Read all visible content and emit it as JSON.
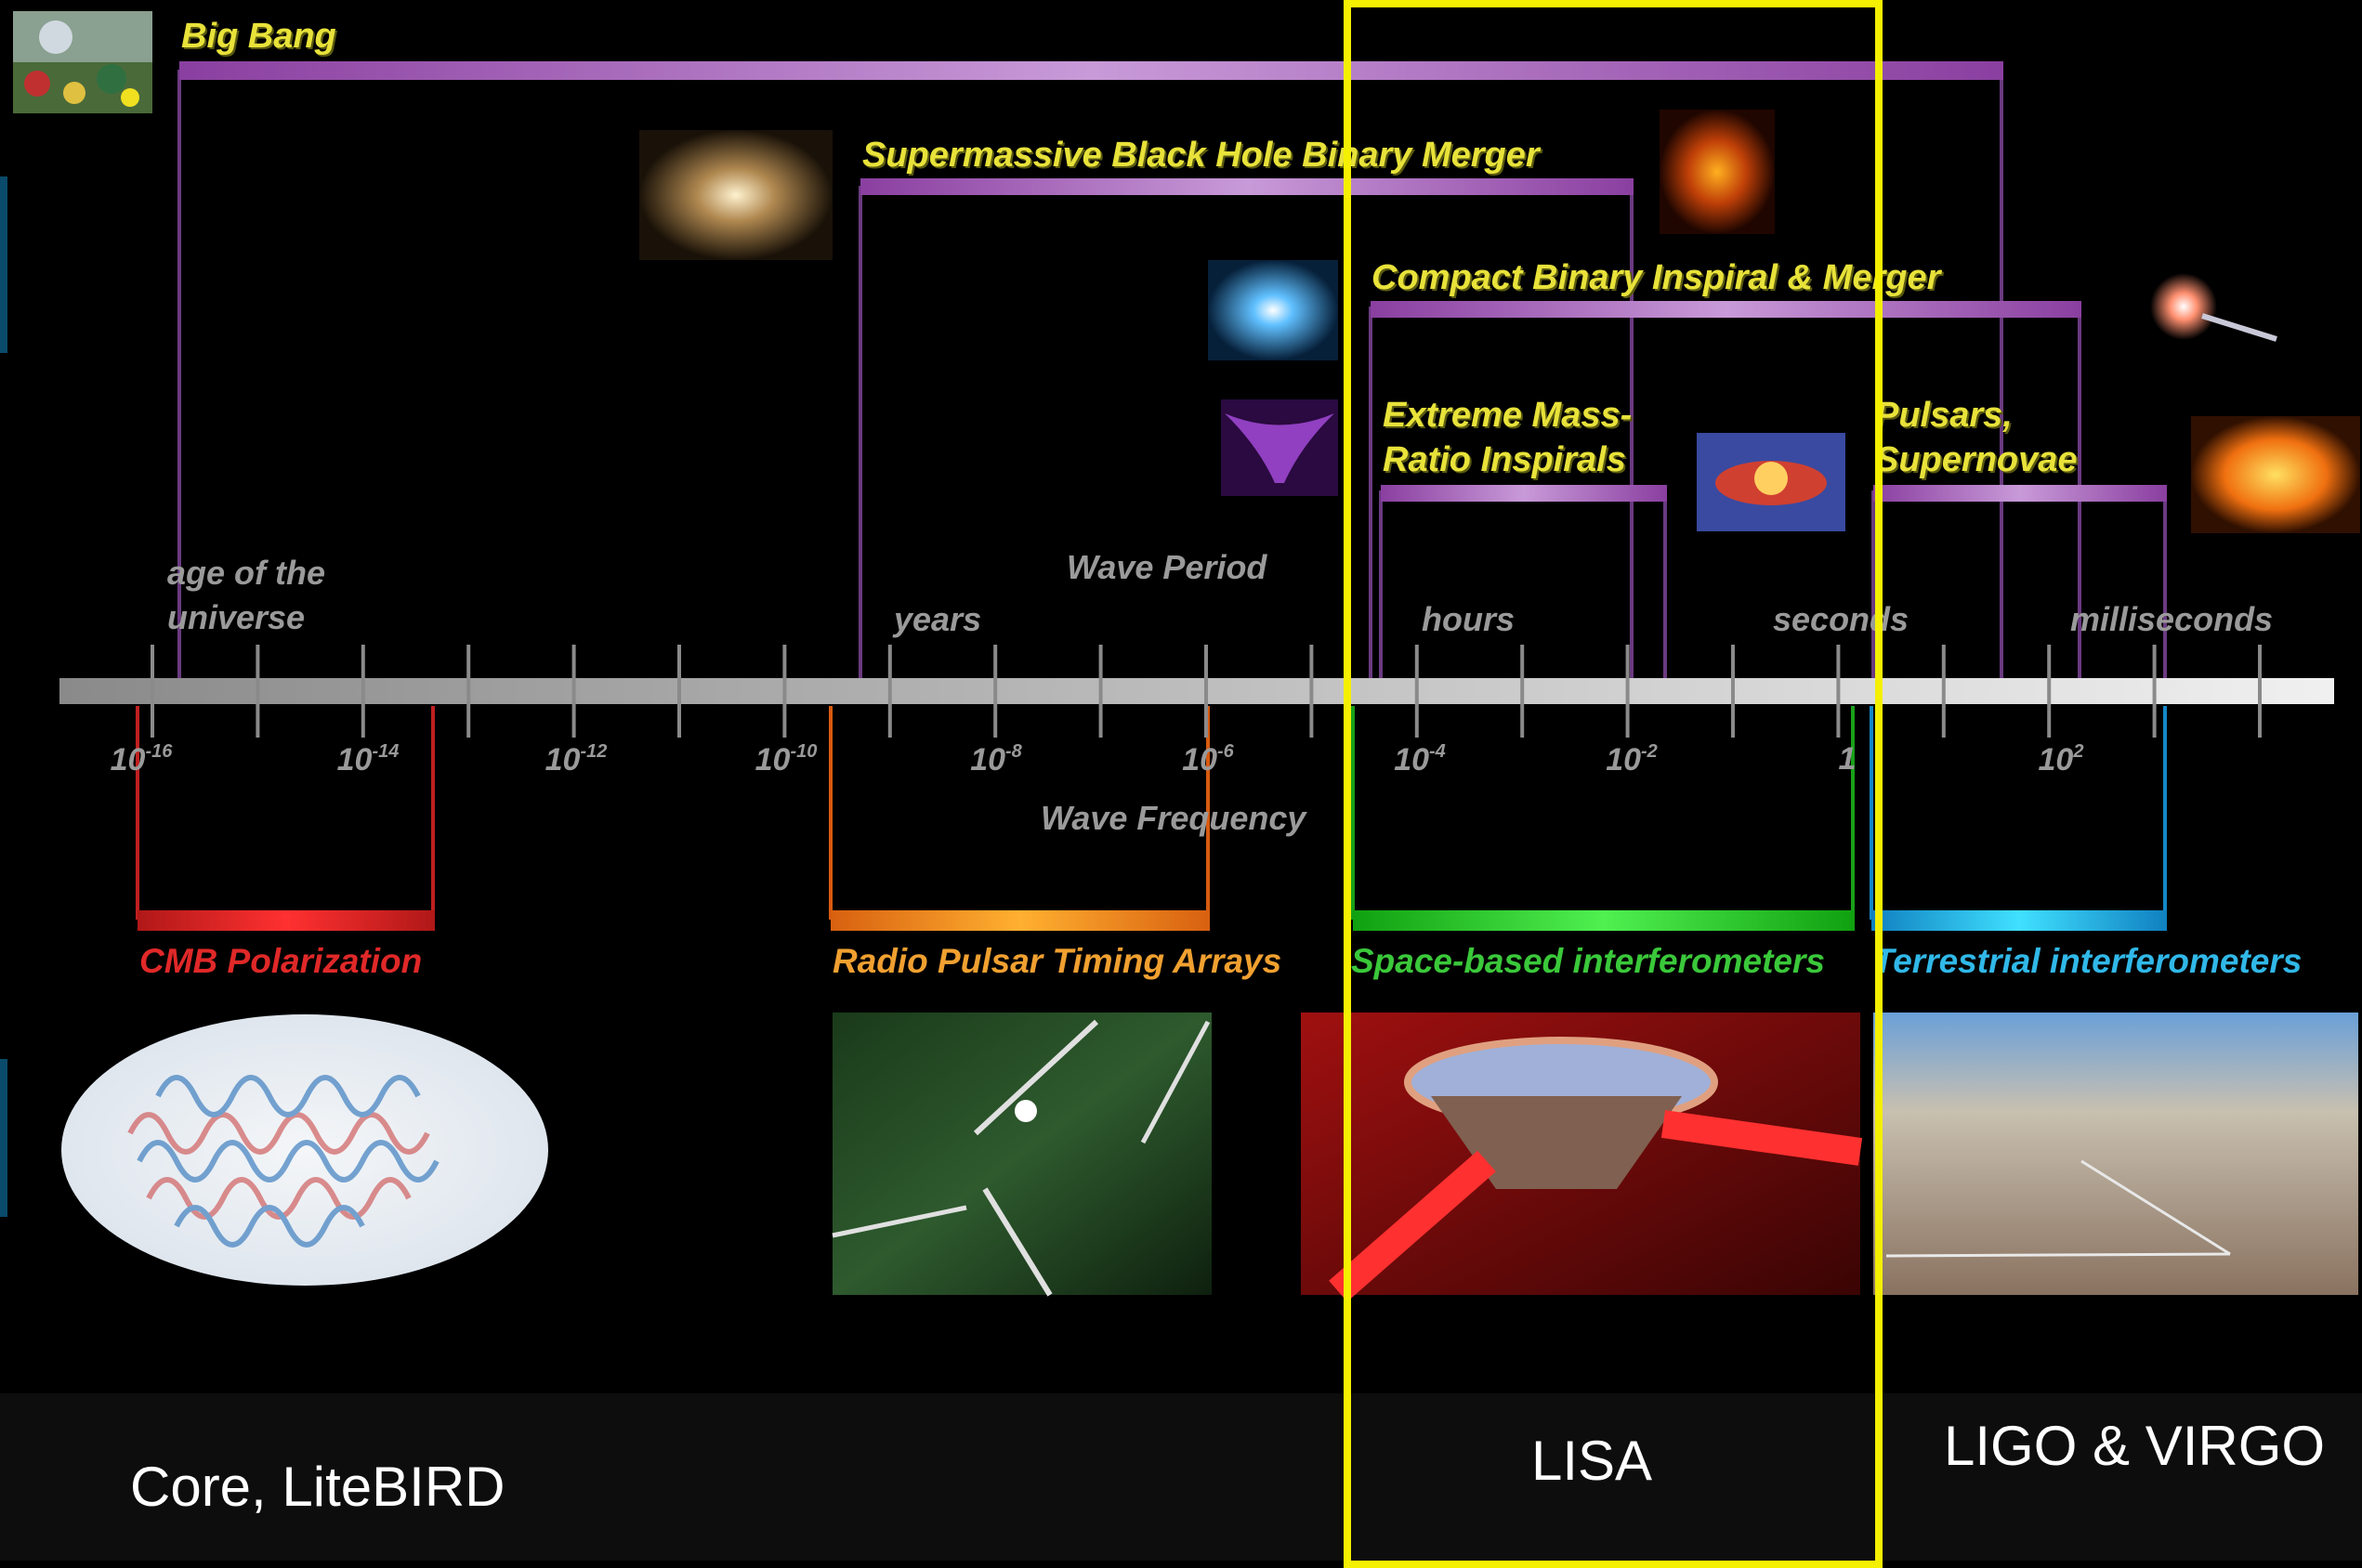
{
  "sources": {
    "big_bang": "Big Bang",
    "smbh": "Supermassive Black Hole Binary Merger",
    "compact": "Compact Binary Inspiral & Merger",
    "emri_line1": "Extreme Mass-",
    "emri_line2": "Ratio Inspirals",
    "pulsars_line1": "Pulsars,",
    "pulsars_line2": "Supernovae"
  },
  "period_axis": {
    "title": "Wave Period",
    "age_line1": "age of the",
    "age_line2": "universe",
    "years": "years",
    "hours": "hours",
    "seconds": "seconds",
    "milliseconds": "milliseconds"
  },
  "frequency_axis": {
    "title": "Wave Frequency",
    "ticks": [
      {
        "base": "10",
        "exp": "-16"
      },
      {
        "base": "10",
        "exp": "-14"
      },
      {
        "base": "10",
        "exp": "-12"
      },
      {
        "base": "10",
        "exp": "-10"
      },
      {
        "base": "10",
        "exp": "-8"
      },
      {
        "base": "10",
        "exp": "-6"
      },
      {
        "base": "10",
        "exp": "-4"
      },
      {
        "base": "10",
        "exp": "-2"
      },
      {
        "base": "1",
        "exp": ""
      },
      {
        "base": "10",
        "exp": "2"
      }
    ]
  },
  "detectors": {
    "cmb": "CMB Polarization",
    "pta": "Radio Pulsar Timing Arrays",
    "space": "Space-based interferometers",
    "terrestrial": "Terrestrial interferometers"
  },
  "colors": {
    "cmb": "#e02828",
    "pta": "#f08a1a",
    "space": "#28c828",
    "terrestrial": "#18b4e8",
    "source_bar": "#9a4fb0",
    "highlight": "#f4f000"
  },
  "missions": {
    "cmb": "Core, LiteBIRD",
    "lisa": "LISA",
    "ligo": "LIGO & VIRGO"
  }
}
